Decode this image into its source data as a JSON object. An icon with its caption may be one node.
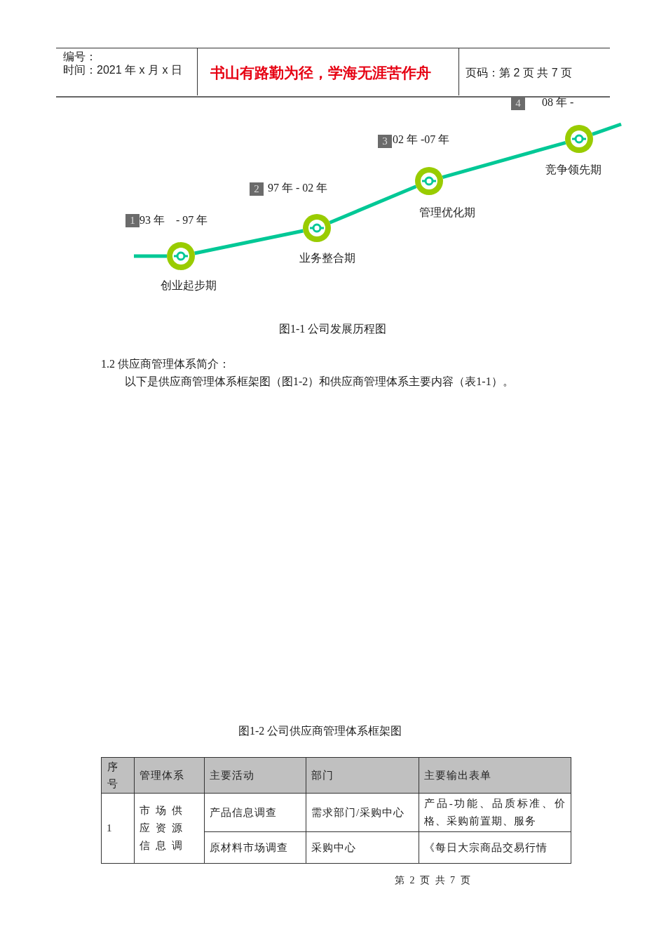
{
  "diagram": {
    "nodes": [
      {
        "text": [
          "创业起步期"
        ],
        "beside": [
          "1",
          "93 年　- 97 年"
        ]
      },
      {
        "text": [
          "业务整合期"
        ],
        "beside": [
          "2",
          "97 年 - 02 年"
        ]
      },
      {
        "text": [
          "管理优化期"
        ],
        "beside": [
          "3",
          "02 年 -07 年"
        ]
      },
      {
        "text": [
          "竞争领先期"
        ],
        "beside": [
          "4",
          "08 年 -"
        ]
      }
    ],
    "edges": [
      {
        "from": null,
        "to": 0,
        "arrow": "none",
        "color": "#00c896"
      },
      {
        "from": 0,
        "to": 1,
        "arrow": "none",
        "color": "#00c896"
      },
      {
        "from": 1,
        "to": 2,
        "arrow": "none",
        "color": "#00c896"
      },
      {
        "from": 2,
        "to": 3,
        "arrow": "none",
        "color": "#00c896"
      },
      {
        "from": 3,
        "to": null,
        "arrow": "none",
        "color": "#00c896"
      }
    ],
    "labels": [
      "编号：",
      "时间：2021 年 x 月 x 日",
      "书山有路勤为径，学海无涯苦作舟",
      "页码：第 2 页 共 7 页",
      "图1-1 公司发展历程图",
      "1.2 供应商管理体系简介：",
      "以下是供应商管理体系框架图（图1-2）和供应商管理体系主要内容（表1-1）。",
      "图1-2 公司供应商管理体系框架图",
      "序号",
      "管理体系",
      "主要活动",
      "部门",
      "主要输出表单",
      "1",
      "市场供应资源信息调查及分",
      "产品信息调查",
      "需求部门/采购中心",
      "产品-功能、品质标准、价格、采购前置期、服务",
      "原材料市场调查",
      "采购中心",
      "《每日大宗商品交易行情",
      "第 2 页 共 7 页"
    ]
  }
}
